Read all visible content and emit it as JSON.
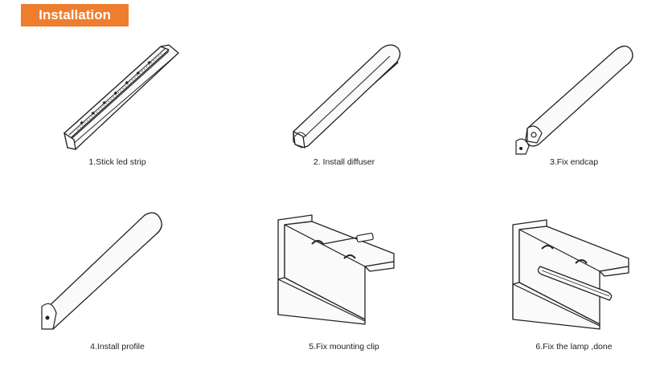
{
  "header": {
    "title": "Installation"
  },
  "steps": [
    {
      "label": "1.Stick led strip"
    },
    {
      "label": "2. Install diffuser"
    },
    {
      "label": "3.Fix endcap"
    },
    {
      "label": "4.Install profile"
    },
    {
      "label": "5.Fix mounting clip"
    },
    {
      "label": "6.Fix the lamp ,done"
    }
  ],
  "colors": {
    "accent": "#ee7d2e",
    "line": "#222222",
    "fill": "#f4f4f4"
  }
}
